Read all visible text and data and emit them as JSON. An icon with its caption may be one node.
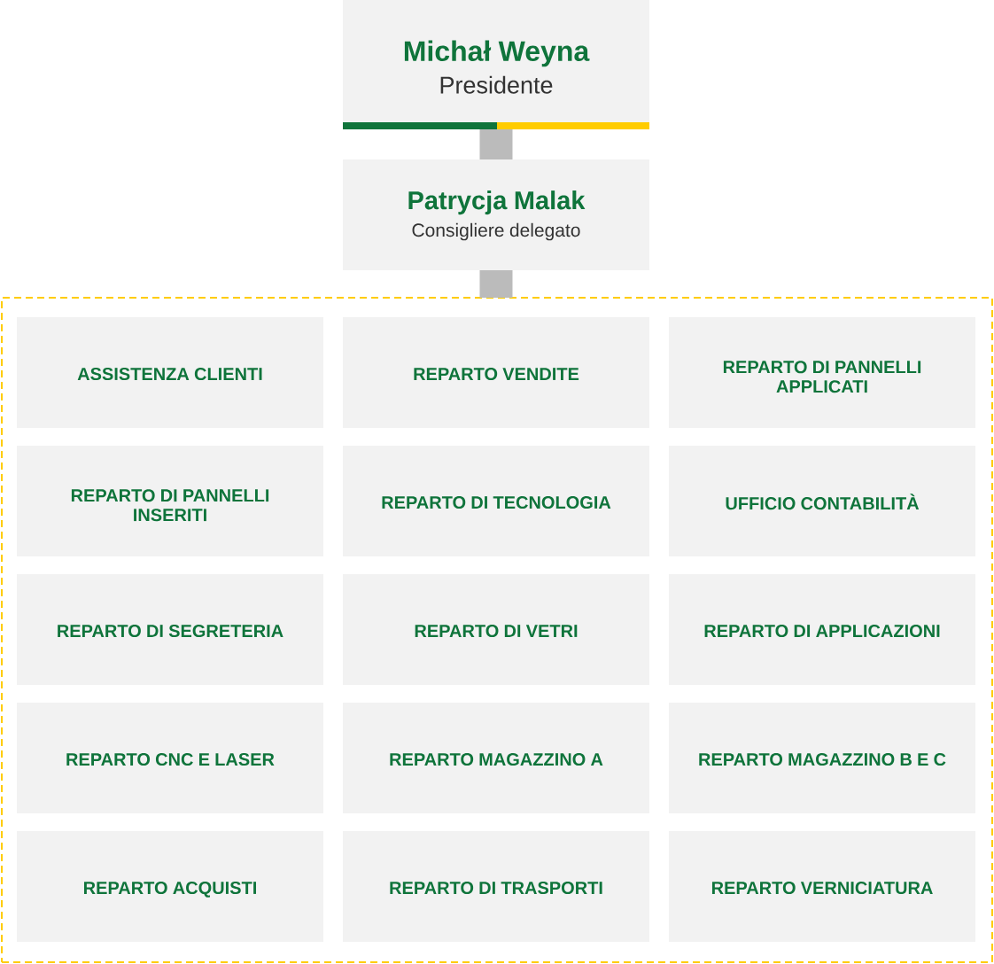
{
  "diagram": {
    "nodes": [
      {
        "text": [
          "Michał Weyna",
          "Presidente"
        ]
      },
      {
        "text": [
          "Patrycja Malak",
          "Consigliere delegato"
        ]
      },
      {
        "text": [],
        "shape": "box"
      },
      {
        "text": [
          "ASSISTENZA CLIENTI"
        ],
        "in": 2
      },
      {
        "text": [
          "REPARTO VENDITE"
        ],
        "in": 2
      },
      {
        "text": [
          "REPARTO DI PANNELLI APPLICATI"
        ],
        "in": 2
      },
      {
        "text": [
          "REPARTO DI PANNELLI INSERITI"
        ],
        "in": 2
      },
      {
        "text": [
          "REPARTO DI TECNOLOGIA"
        ],
        "in": 2
      },
      {
        "text": [
          "UFFICIO CONTABILITÀ"
        ],
        "in": 2
      },
      {
        "text": [
          "REPARTO DI SEGRETERIA"
        ],
        "in": 2
      },
      {
        "text": [
          "REPARTO DI VETRI"
        ],
        "in": 2
      },
      {
        "text": [
          "REPARTO DI APPLICAZIONI"
        ],
        "in": 2
      },
      {
        "text": [
          "REPARTO CNC E LASER"
        ],
        "in": 2
      },
      {
        "text": [
          "REPARTO MAGAZZINO A"
        ],
        "in": 2
      },
      {
        "text": [
          "REPARTO MAGAZZINO B E C"
        ],
        "in": 2
      },
      {
        "text": [
          "REPARTO ACQUISTI"
        ],
        "in": 2
      },
      {
        "text": [
          "REPARTO DI TRASPORTI"
        ],
        "in": 2
      },
      {
        "text": [
          "REPARTO VERNICIATURA"
        ],
        "in": 2
      }
    ],
    "edges": [
      {
        "from": 0,
        "to": 1,
        "arrow": "none"
      },
      {
        "from": 1,
        "to": 2,
        "arrow": "none"
      }
    ]
  }
}
